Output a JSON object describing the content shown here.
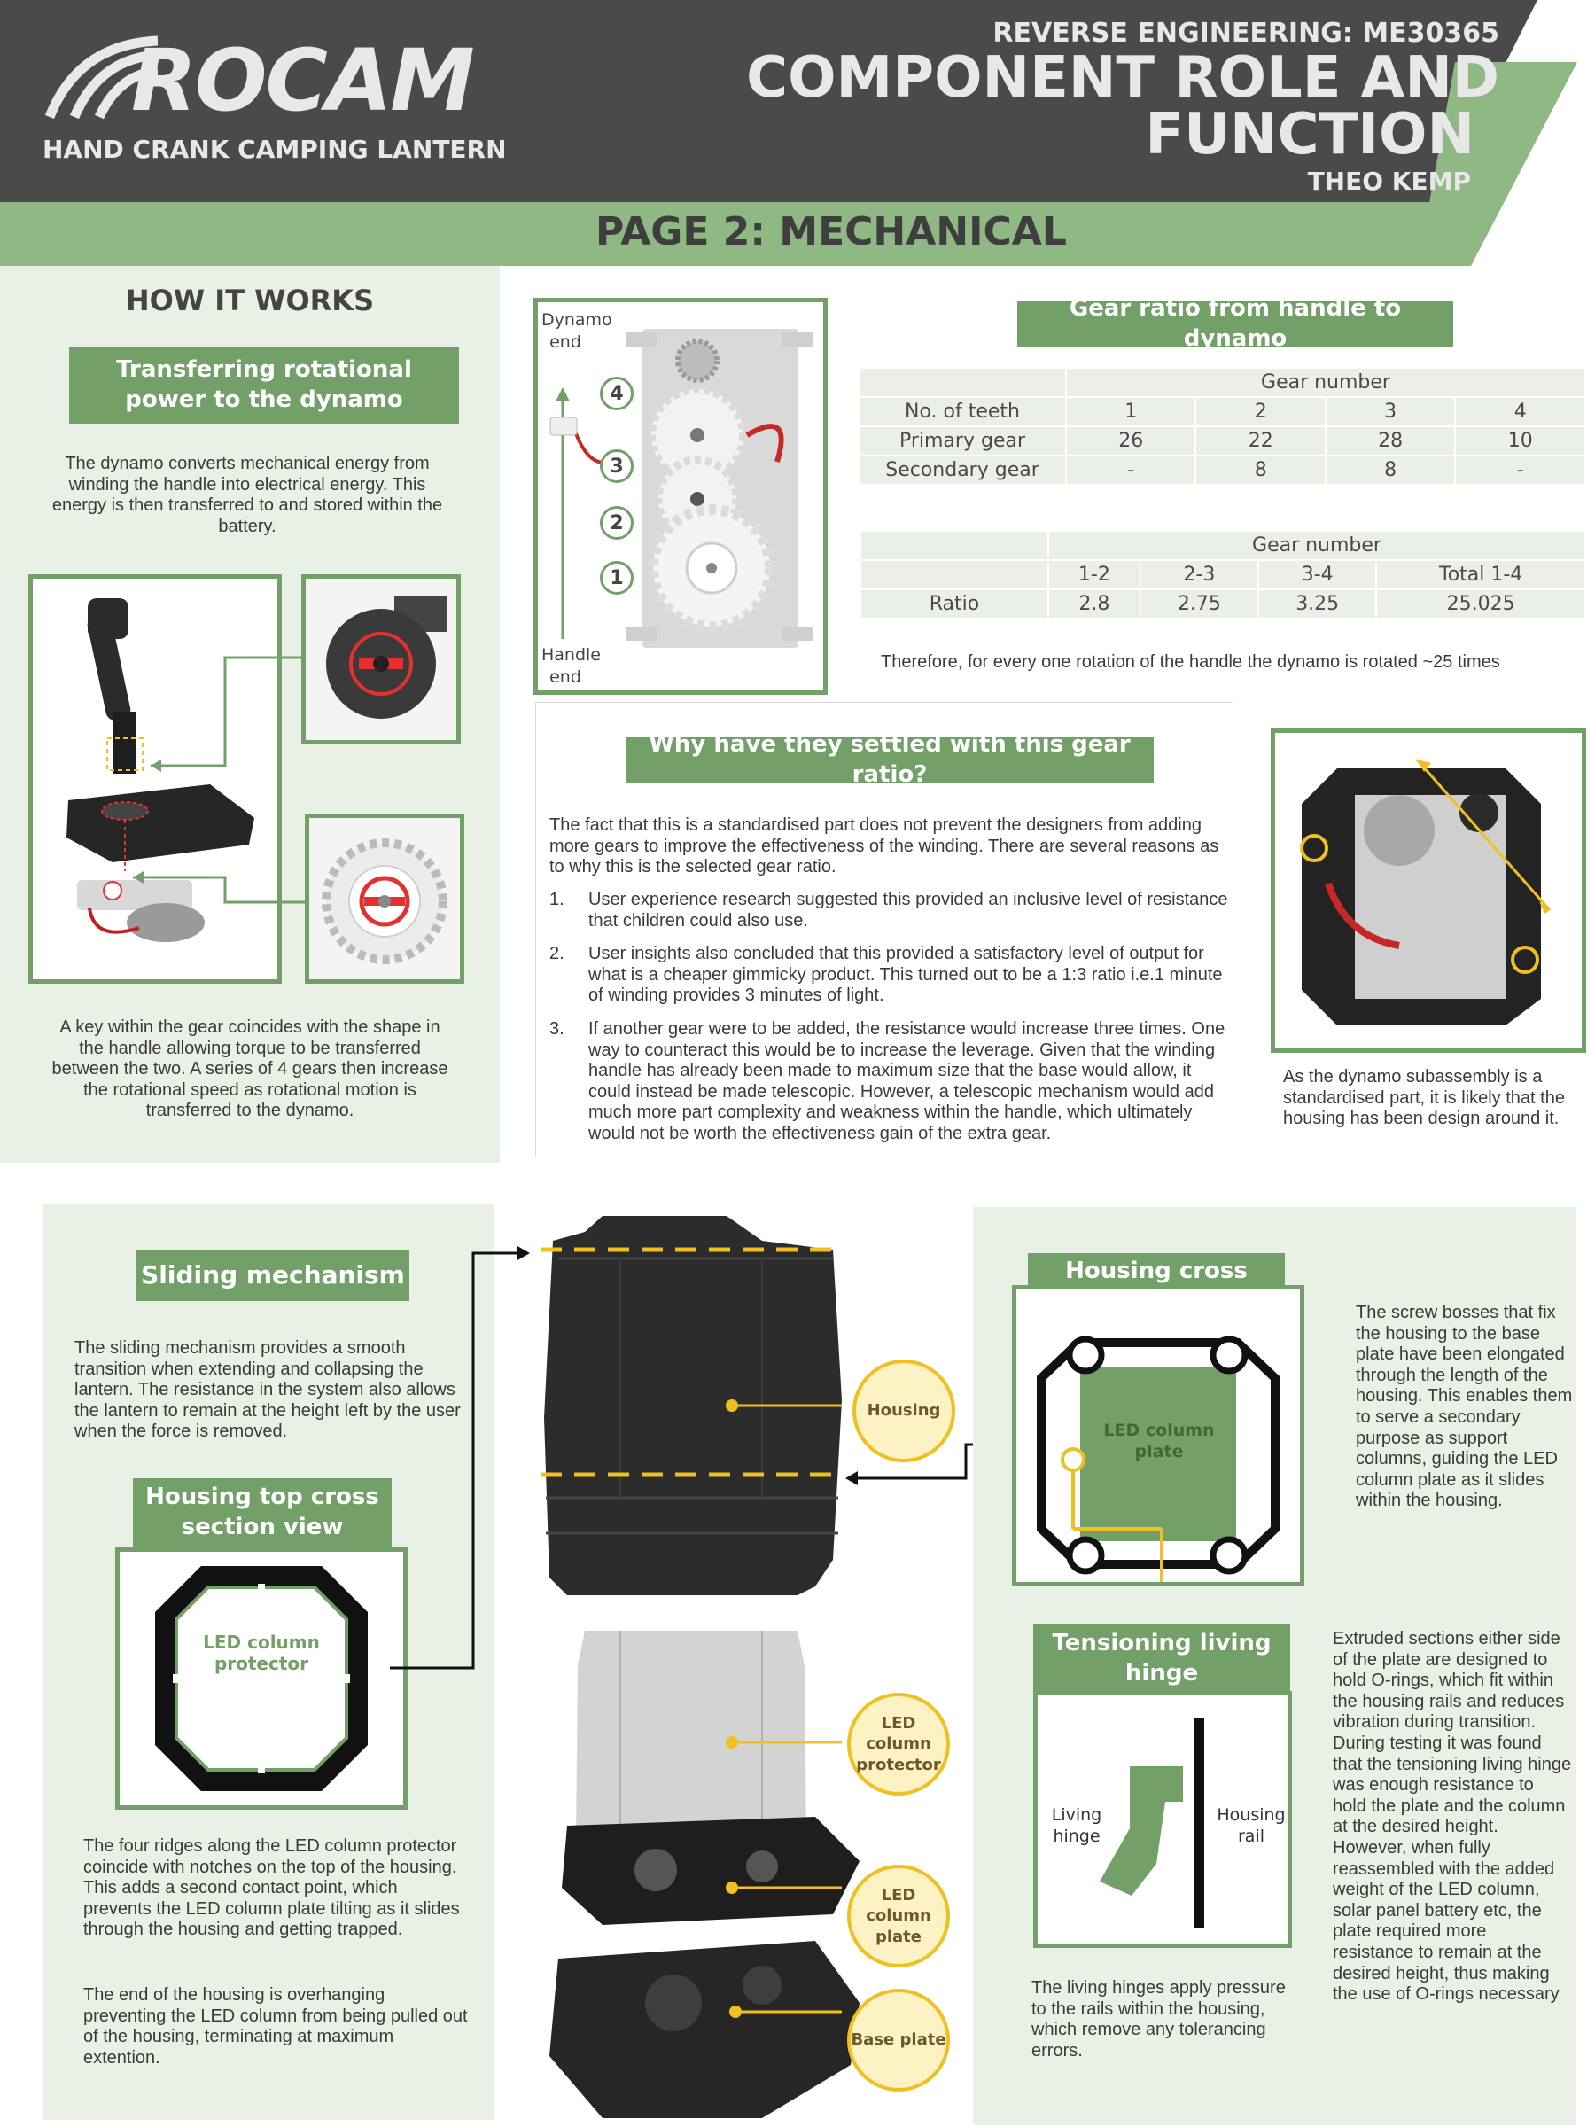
{
  "header": {
    "brand": "ROCAM",
    "product": "HAND CRANK CAMPING LANTERN",
    "course": "REVERSE ENGINEERING: ME30365",
    "title_line1": "COMPONENT ROLE AND",
    "title_line2": "FUNCTION",
    "author": "THEO KEMP",
    "page_title": "PAGE 2: MECHANICAL"
  },
  "how_it_works": {
    "heading": "HOW IT WORKS",
    "title": "Transferring rotational power to the dynamo",
    "intro": "The dynamo converts mechanical energy from winding the handle into electrical energy. This energy is then transferred to and stored within the battery.",
    "caption": "A key within the gear coincides with the shape in the handle allowing torque to be transferred between the two.  A series of 4 gears then increase the rotational speed as rotational motion is transferred to the dynamo."
  },
  "gear_diagram": {
    "top_label": "Dynamo end",
    "bottom_label": "Handle end",
    "numbers": [
      "4",
      "3",
      "2",
      "1"
    ]
  },
  "gear_ratio": {
    "title": "Gear ratio from handle to dynamo",
    "table1": {
      "group_header": "Gear number",
      "header_row": [
        "No. of teeth",
        "1",
        "2",
        "3",
        "4"
      ],
      "rows": [
        [
          "Primary gear",
          "26",
          "22",
          "28",
          "10"
        ],
        [
          "Secondary gear",
          "-",
          "8",
          "8",
          "-"
        ]
      ]
    },
    "table2": {
      "group_header": "Gear number",
      "header_row": [
        "1-2",
        "2-3",
        "3-4",
        "Total 1-4"
      ],
      "row_label": "Ratio",
      "values": [
        "2.8",
        "2.75",
        "3.25",
        "25.025"
      ]
    },
    "conclusion": "Therefore, for every one rotation of the handle the dynamo is rotated ~25 times"
  },
  "why_ratio": {
    "title": "Why have they settled with this gear ratio?",
    "intro": "The fact that this is a standardised part does not prevent the designers from adding more gears to improve the effectiveness of the winding. There are several reasons as to why this is the selected gear ratio.",
    "items": [
      {
        "num": "1.",
        "text": "User experience research suggested this provided an inclusive level of resistance that children could also use."
      },
      {
        "num": "2.",
        "text": "User insights also concluded that this provided a satisfactory level of output for what is a cheaper gimmicky product. This turned out to be a 1:3 ratio i.e.1 minute of winding provides 3 minutes of light."
      },
      {
        "num": "3.",
        "text": "If another gear were to be added, the resistance would increase three times. One way to counteract this would be to increase the leverage. Given that the winding handle has already been made to maximum size that the base would allow, it could instead be made telescopic. However, a telescopic mechanism would add much more part complexity and weakness within the handle, which ultimately would not be worth the effectiveness gain of the extra gear."
      }
    ]
  },
  "dynamo_caption": "As the dynamo subassembly is a standardised part, it is likely that the housing has been design around it.",
  "sliding": {
    "title": "Sliding mechanism",
    "text": "The sliding mechanism provides a smooth transition when extending and collapsing the lantern. The resistance in the system also allows the lantern to remain at the height left by the user when the force is removed.",
    "top_cross_title": "Housing top cross section view",
    "protector_label": "LED column protector",
    "ridges_text": "The four ridges along the LED column protector coincide with notches on the top of the housing. This adds a second contact point, which prevents the LED column plate tilting as it slides through the housing and getting trapped.",
    "overhang_text": "The end of the housing is overhanging preventing the LED column from being pulled out of the housing, terminating at maximum extention."
  },
  "callouts": {
    "housing": "Housing",
    "protector": "LED column protector",
    "plate": "LED column plate",
    "base": "Base plate"
  },
  "cross_section": {
    "title": "Housing cross section view",
    "plate_label": "LED column plate",
    "text": "The screw bosses that fix the housing to the base plate have been elongated through the length of the housing. This enables them to serve a secondary purpose as support columns, guiding the LED column plate as it slides within the housing."
  },
  "hinge": {
    "title": "Tensioning living hinge",
    "hinge_label": "Living hinge",
    "rail_label": "Housing rail",
    "caption": "The living hinges apply pressure to the rails within the housing, which remove any tolerancing errors.",
    "side_text": "Extruded sections either side of the plate are designed to hold O-rings, which fit within the housing rails and reduces vibration during transition. During testing it was found that the tensioning living hinge was enough resistance to hold the plate and the column at the desired height. However, when fully reassembled with the added weight of the LED column, solar panel battery etc, the plate required more resistance to remain at the desired height, thus making the use of O-rings necessary"
  },
  "colors": {
    "green": "#72a068",
    "light_green": "#e9f0e6",
    "dark_grey": "#4a4a4a",
    "yellow": "#f0c020"
  }
}
